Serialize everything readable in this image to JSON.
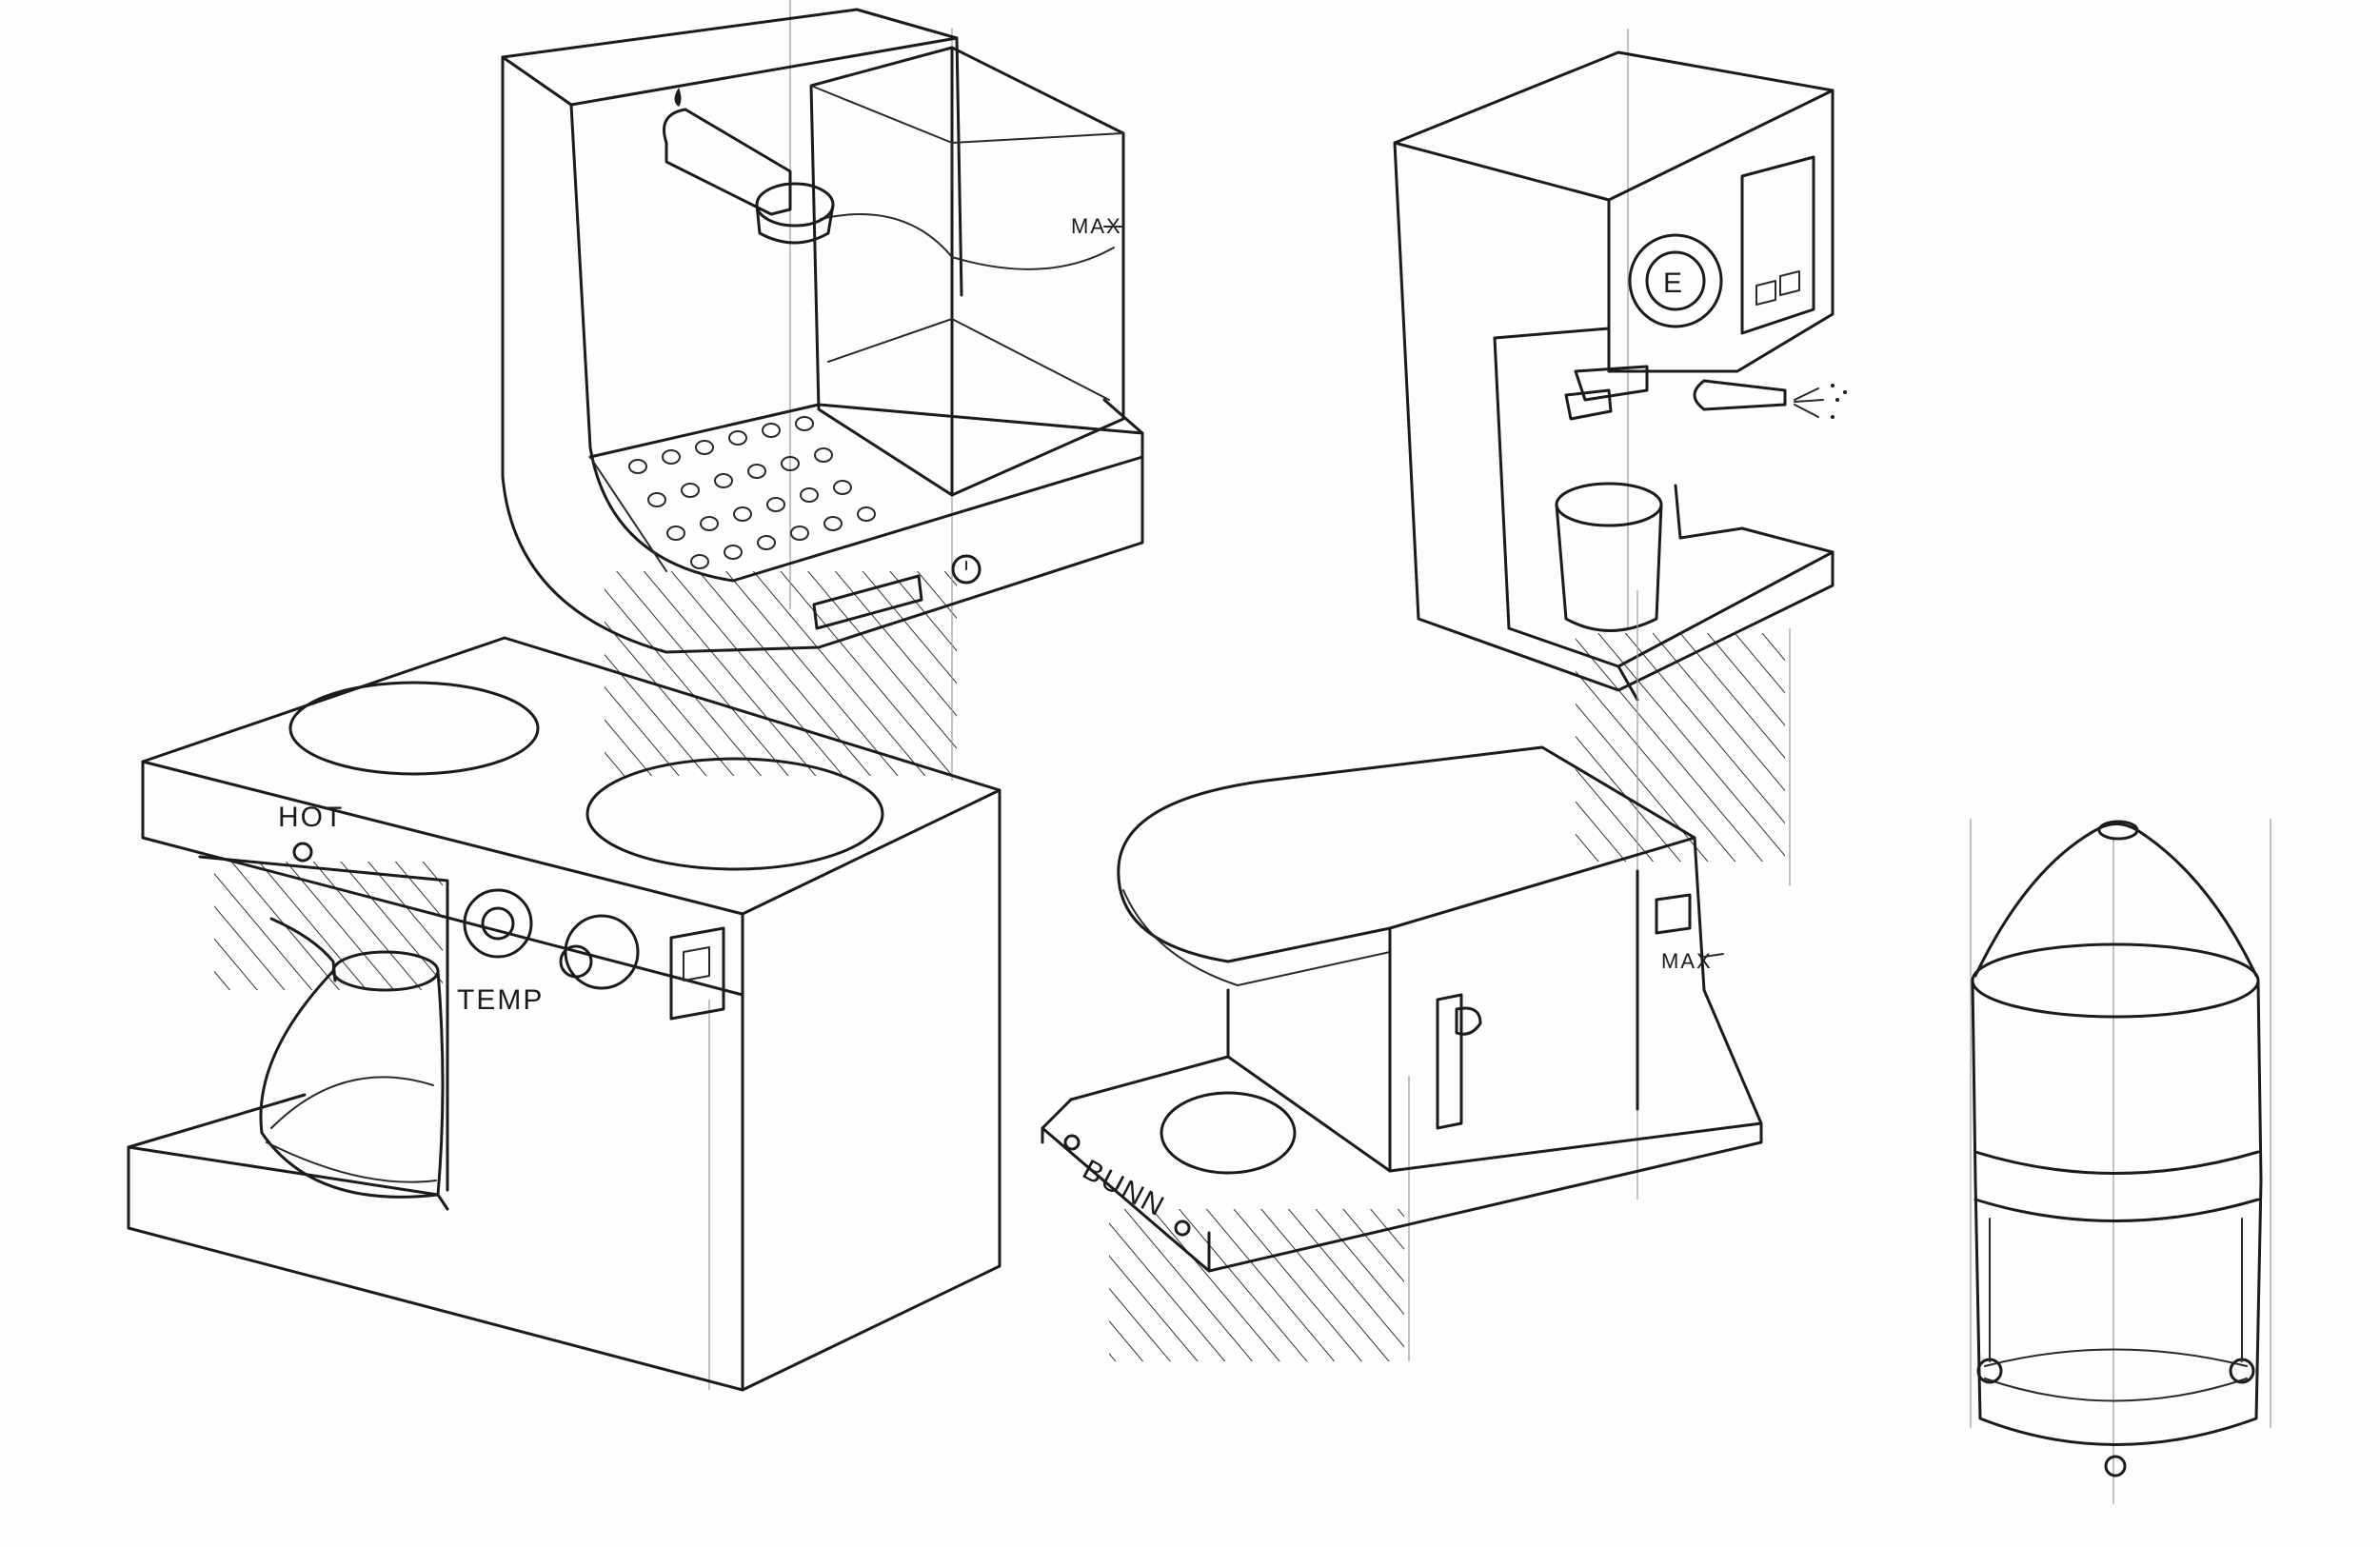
{
  "labels": {
    "espresso_max": "MAX",
    "brewer_hot": "HOT",
    "brewer_temp": "TEMP",
    "bunn_brand": "BUNN",
    "bunn_max": "MAX"
  },
  "colors": {
    "paper": "#fdfdfb",
    "ink": "#1b1b1b"
  }
}
